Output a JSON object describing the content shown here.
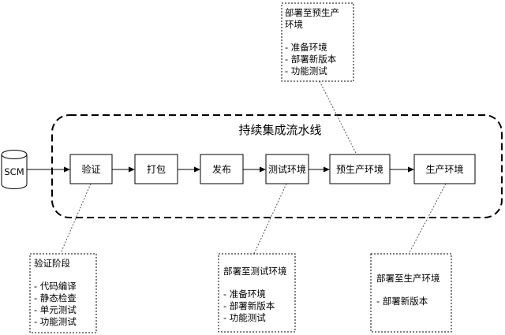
{
  "pipeline": {
    "title": "持续集成流水线",
    "source": "SCM",
    "stages": [
      {
        "id": "validate",
        "label": "验证"
      },
      {
        "id": "package",
        "label": "打包"
      },
      {
        "id": "publish",
        "label": "发布"
      },
      {
        "id": "test-env",
        "label": "测试环境"
      },
      {
        "id": "pre-prod",
        "label": "预生产环境"
      },
      {
        "id": "prod",
        "label": "生产环境"
      }
    ]
  },
  "notes": {
    "validate": {
      "title": "验证阶段",
      "items": [
        "- 代码编译",
        "- 静态检查",
        "- 单元测试",
        "- 功能测试"
      ]
    },
    "test_env": {
      "title": "部署至测试环境",
      "items": [
        "- 准备环境",
        "- 部署新版本",
        "- 功能测试"
      ]
    },
    "pre_prod": {
      "title_lines": [
        "部署至预生产",
        "环境"
      ],
      "items": [
        "- 准备环境",
        "- 部署新版本",
        "- 功能测试"
      ]
    },
    "prod": {
      "title": "部署至生产环境",
      "items": [
        "- 部署新版本"
      ]
    }
  },
  "colors": {
    "stroke": "#000000",
    "fill": "#ffffff",
    "connector": "#555555"
  }
}
